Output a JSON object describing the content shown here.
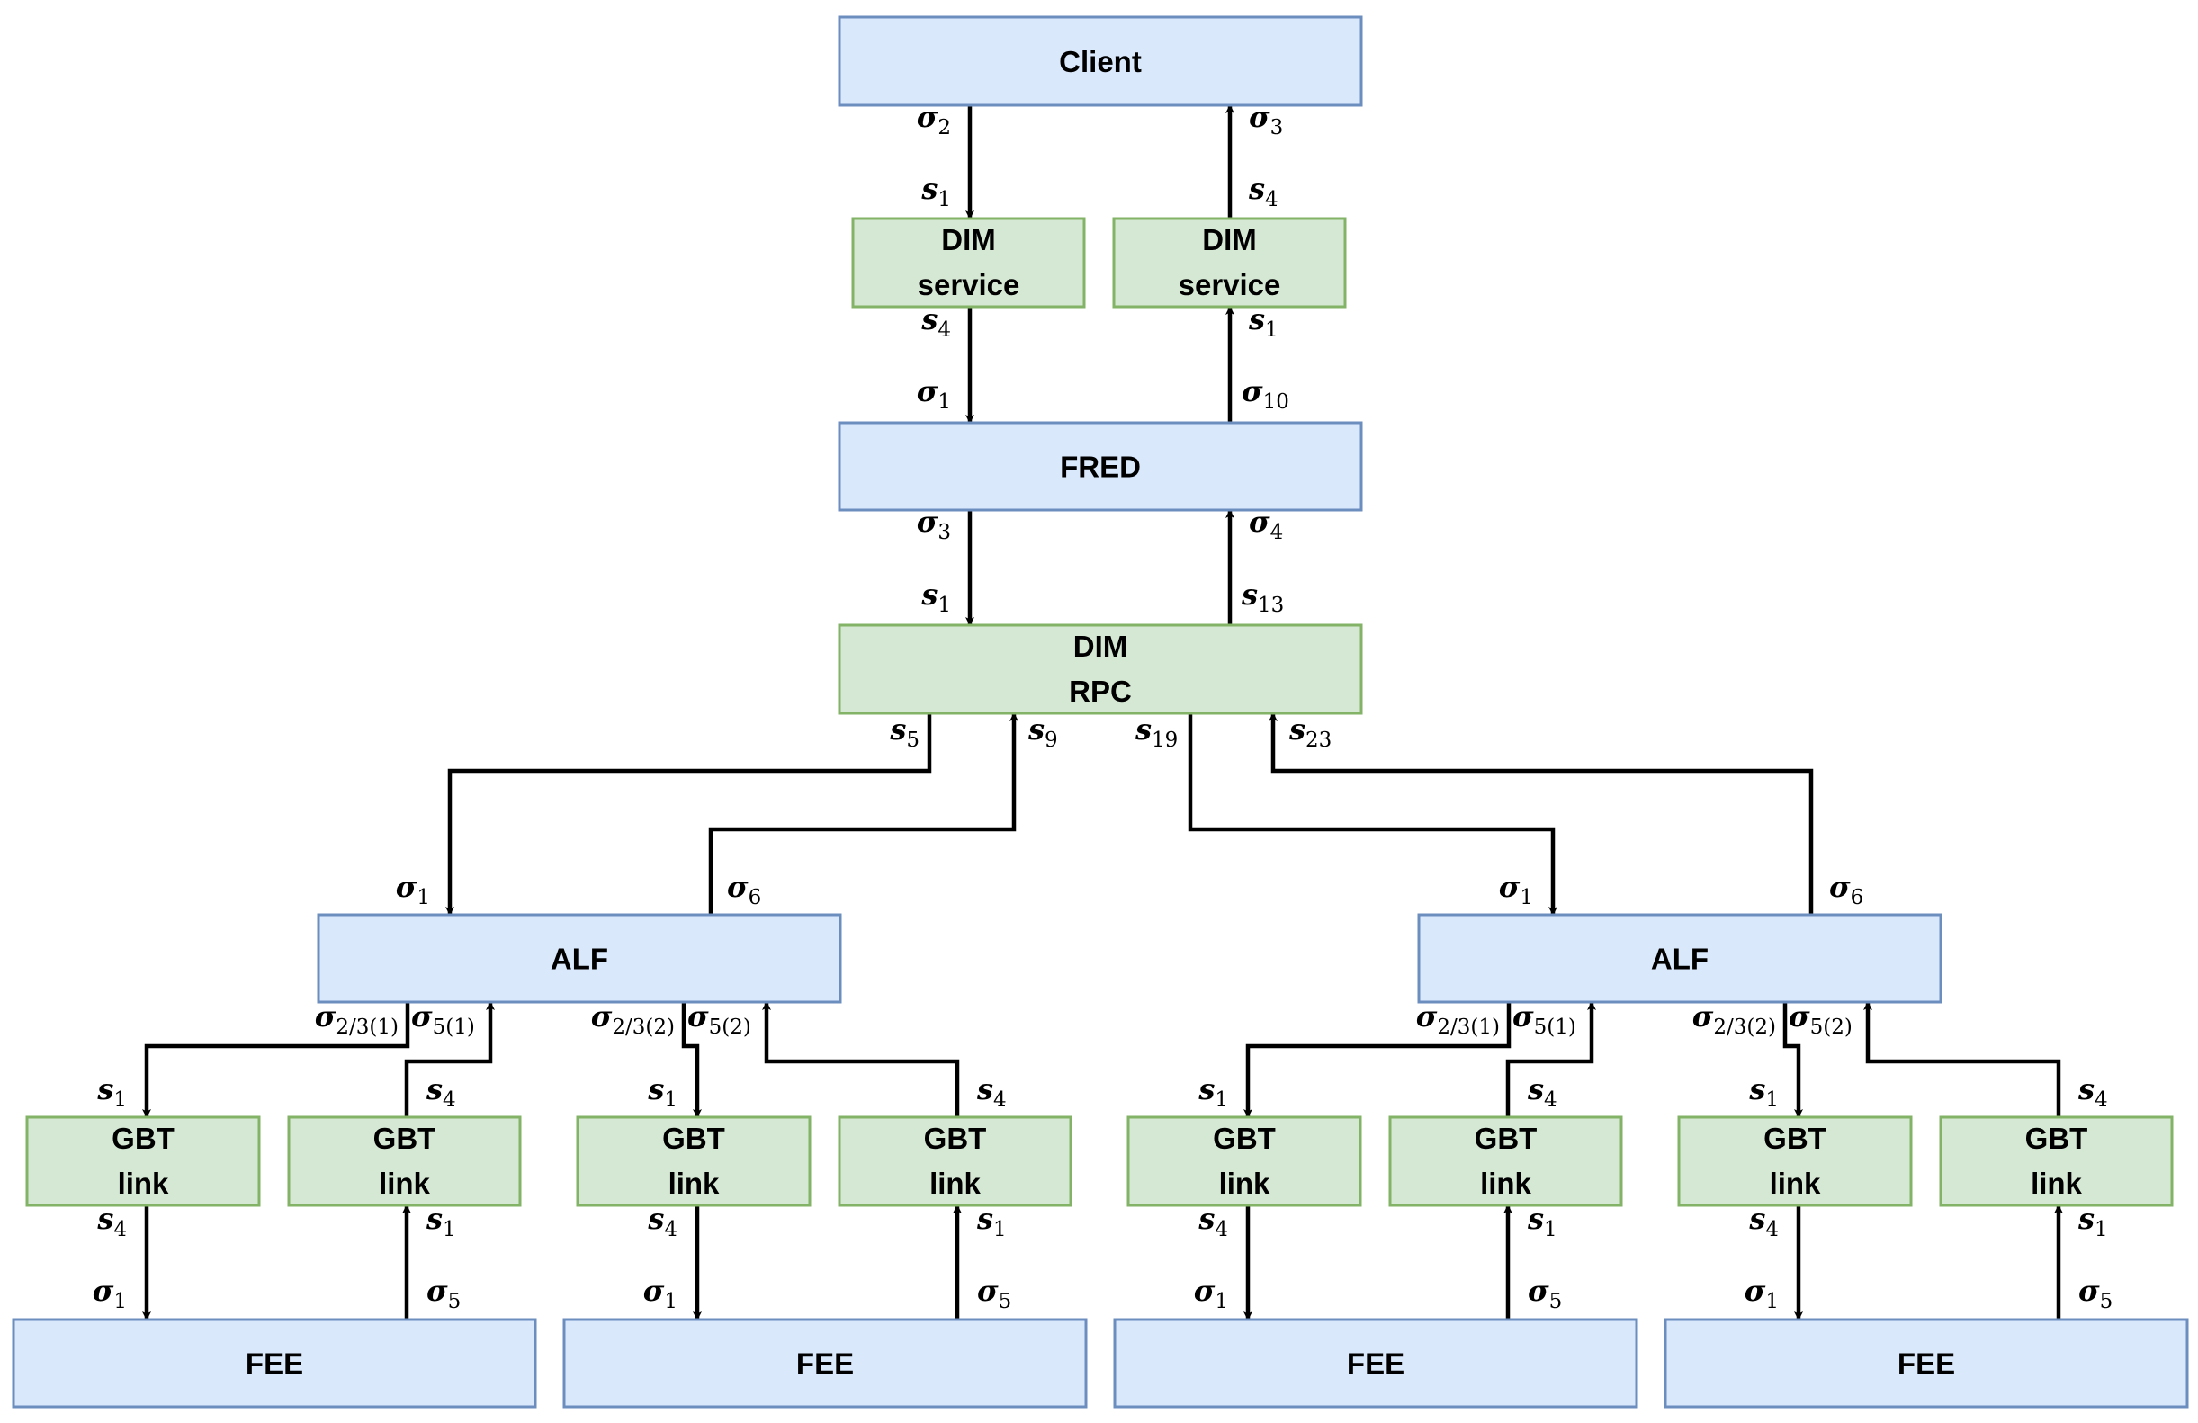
{
  "nodes": {
    "client": "Client",
    "dim_service_left": [
      "DIM",
      "service"
    ],
    "dim_service_right": [
      "DIM",
      "service"
    ],
    "fred": "FRED",
    "dim_rpc": [
      "DIM",
      "RPC"
    ],
    "alf_left": "ALF",
    "alf_right": "ALF",
    "gbt_link": [
      "GBT",
      "link"
    ],
    "fee": "FEE"
  },
  "labels": {
    "client_to_dim_left_src": {
      "base": "σ",
      "sub": "2"
    },
    "client_to_dim_left_dst": {
      "base": "s",
      "sub": "1"
    },
    "dim_right_to_client_src": {
      "base": "s",
      "sub": "4"
    },
    "dim_right_to_client_dst": {
      "base": "σ",
      "sub": "3"
    },
    "dim_left_to_fred_src": {
      "base": "s",
      "sub": "4"
    },
    "dim_left_to_fred_dst": {
      "base": "σ",
      "sub": "1"
    },
    "fred_to_dim_right_src": {
      "base": "σ",
      "sub": "10"
    },
    "fred_to_dim_right_dst": {
      "base": "s",
      "sub": "1"
    },
    "fred_to_rpc_src": {
      "base": "σ",
      "sub": "3"
    },
    "fred_to_rpc_dst": {
      "base": "s",
      "sub": "1"
    },
    "rpc_to_fred_src": {
      "base": "s",
      "sub": "13"
    },
    "rpc_to_fred_dst": {
      "base": "σ",
      "sub": "4"
    },
    "rpc_s5": {
      "base": "s",
      "sub": "5"
    },
    "rpc_s9": {
      "base": "s",
      "sub": "9"
    },
    "rpc_s19": {
      "base": "s",
      "sub": "19"
    },
    "rpc_s23": {
      "base": "s",
      "sub": "23"
    },
    "alf_sigma1": {
      "base": "σ",
      "sub": "1"
    },
    "alf_sigma6": {
      "base": "σ",
      "sub": "6"
    },
    "alf_out_1": {
      "base": "σ",
      "sub": "2/3(1)"
    },
    "alf_in_1": {
      "base": "σ",
      "sub": "5(1)"
    },
    "alf_out_2": {
      "base": "σ",
      "sub": "2/3(2)"
    },
    "alf_in_2": {
      "base": "σ",
      "sub": "5(2)"
    },
    "gbt_in_s1": {
      "base": "s",
      "sub": "1"
    },
    "gbt_out_s4": {
      "base": "s",
      "sub": "4"
    },
    "gbt_to_fee_s4": {
      "base": "s",
      "sub": "4"
    },
    "gbt_to_fee_sigma1": {
      "base": "σ",
      "sub": "1"
    },
    "fee_to_gbt_s1": {
      "base": "s",
      "sub": "1"
    },
    "fee_to_gbt_sigma5": {
      "base": "σ",
      "sub": "5"
    }
  }
}
